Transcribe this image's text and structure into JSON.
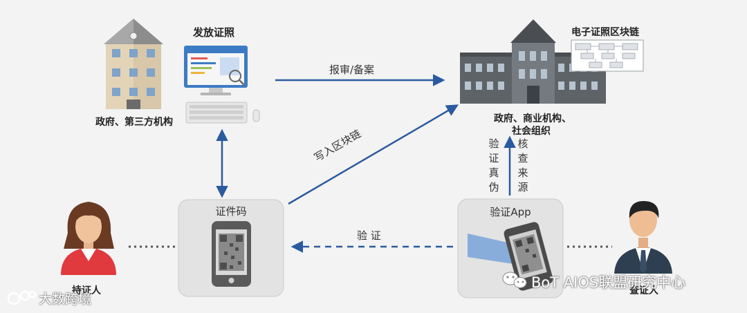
{
  "nodes": {
    "issue_license": "发放证照",
    "gov_third_party": "政府、第三方机构",
    "blockchain": "电子证照区块链",
    "receivers_line1": "政府、商业机构、",
    "receivers_line2": "社会组织",
    "license_code": "证件码",
    "verify_app": "验证App",
    "holder": "持证人",
    "checker": "查证人"
  },
  "edges": {
    "report": "报审/备案",
    "write_chain": "写入区块链",
    "verify_auth": "验证真伪",
    "check_source": "核查来源",
    "verify": "验 证"
  },
  "watermarks": {
    "left": "大数跨境",
    "right": "BoT AIOS联盟研究中心"
  },
  "colors": {
    "arrow": "#2a5aa0",
    "background": "#f3f3f3",
    "box": "#e3e3e3"
  }
}
